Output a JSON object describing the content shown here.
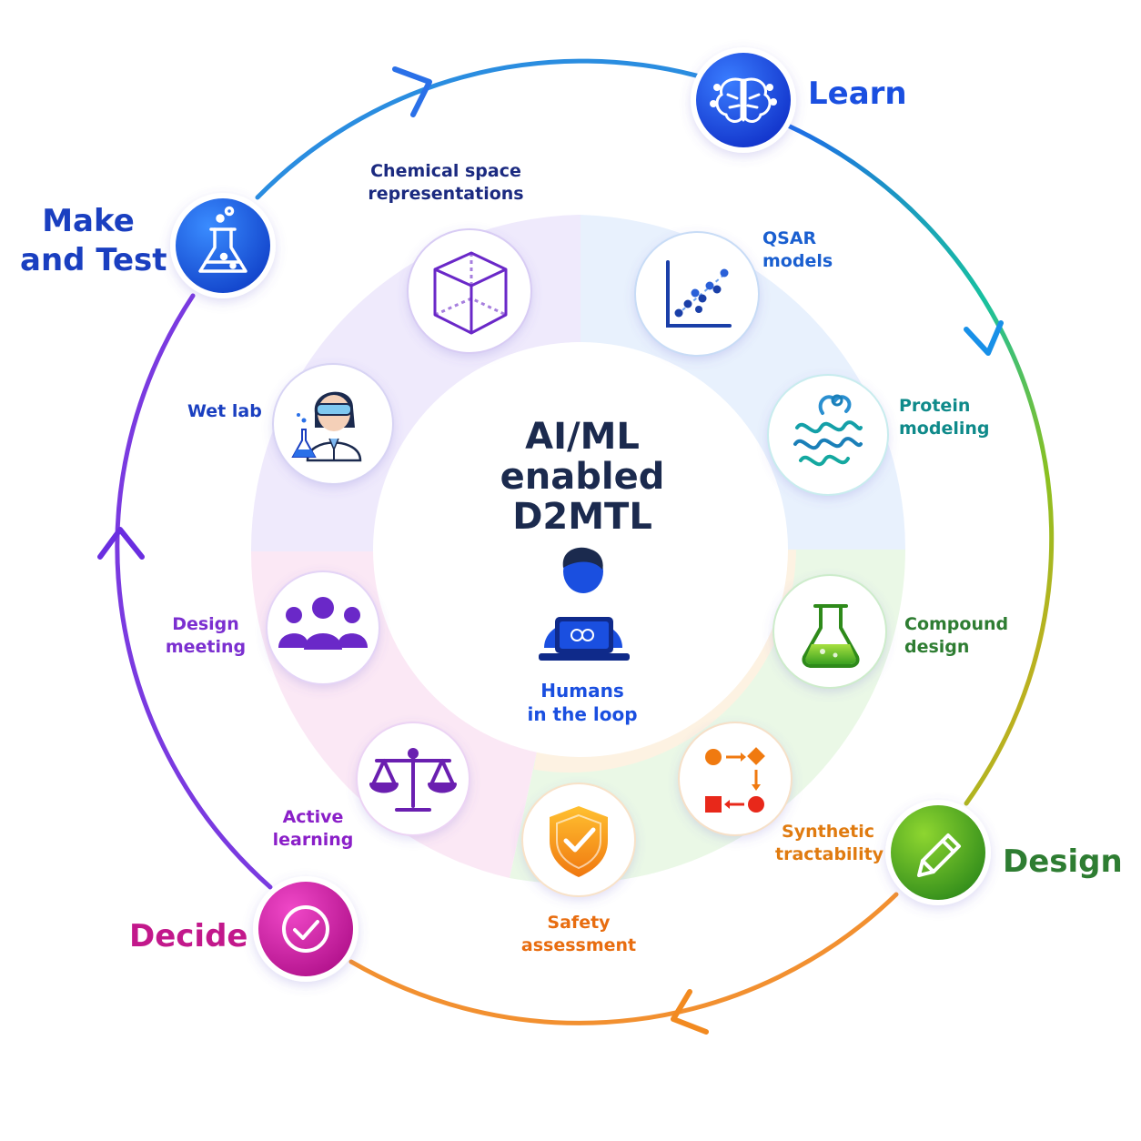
{
  "center": {
    "title_lines": [
      "AI/ML",
      "enabled",
      "D2MTL"
    ],
    "subtitle_lines": [
      "Humans",
      "in the loop"
    ]
  },
  "stages": {
    "learn": {
      "label_lines": [
        "Learn"
      ],
      "icon": "brain-icon",
      "color": "#1a4fe0"
    },
    "design": {
      "label_lines": [
        "Design"
      ],
      "icon": "pencil-icon",
      "color": "#2e7d32"
    },
    "decide": {
      "label_lines": [
        "Decide"
      ],
      "icon": "check-circle-icon",
      "color": "#c2188b"
    },
    "make_test": {
      "label_lines": [
        "Make",
        "and Test"
      ],
      "icon": "flask-icon",
      "color": "#1a3fc0"
    }
  },
  "tools": {
    "chemical_space": {
      "label_lines": [
        "Chemical space",
        "representations"
      ],
      "icon": "cube-icon",
      "color": "#1b2a80"
    },
    "qsar": {
      "label_lines": [
        "QSAR",
        "models"
      ],
      "icon": "scatter-plot-icon",
      "color": "#1a5fd0"
    },
    "protein": {
      "label_lines": [
        "Protein",
        "modeling"
      ],
      "icon": "protein-icon",
      "color": "#0f8a8a"
    },
    "compound": {
      "label_lines": [
        "Compound",
        "design"
      ],
      "icon": "erlenmeyer-flask-icon",
      "color": "#2e7d32"
    },
    "synthetic": {
      "label_lines": [
        "Synthetic",
        "tractability"
      ],
      "icon": "reaction-flow-icon",
      "color": "#e07b10"
    },
    "safety": {
      "label_lines": [
        "Safety",
        "assessment"
      ],
      "icon": "shield-check-icon",
      "color": "#e86d10"
    },
    "active_learning": {
      "label_lines": [
        "Active",
        "learning"
      ],
      "icon": "balance-scale-icon",
      "color": "#8a1fc8"
    },
    "design_meeting": {
      "label_lines": [
        "Design",
        "meeting"
      ],
      "icon": "group-icon",
      "color": "#7b2fd0"
    },
    "wet_lab": {
      "label_lines": [
        "Wet lab"
      ],
      "icon": "scientist-icon",
      "color": "#1a3fc0"
    }
  }
}
